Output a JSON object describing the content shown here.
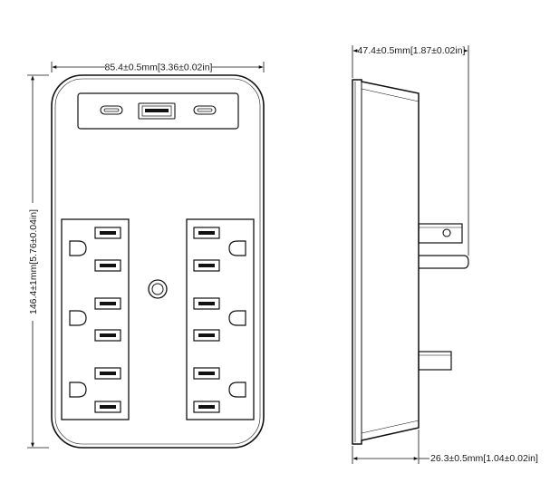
{
  "dimensions": {
    "width": "85.4±0.5mm[3.36±0.02in]",
    "height": "146.4±1mm[5.76±0.04in]",
    "depth_top": "47.4±0.5mm[1.87±0.02in]",
    "depth_bottom": "26.3±0.5mm[1.04±0.02in]"
  },
  "front_view": {
    "usb_ports": [
      "usb-c",
      "usb-a",
      "usb-c"
    ],
    "outlet_columns": 2,
    "outlets_per_column": 3
  },
  "colors": {
    "line": "#111111",
    "background": "#ffffff"
  }
}
